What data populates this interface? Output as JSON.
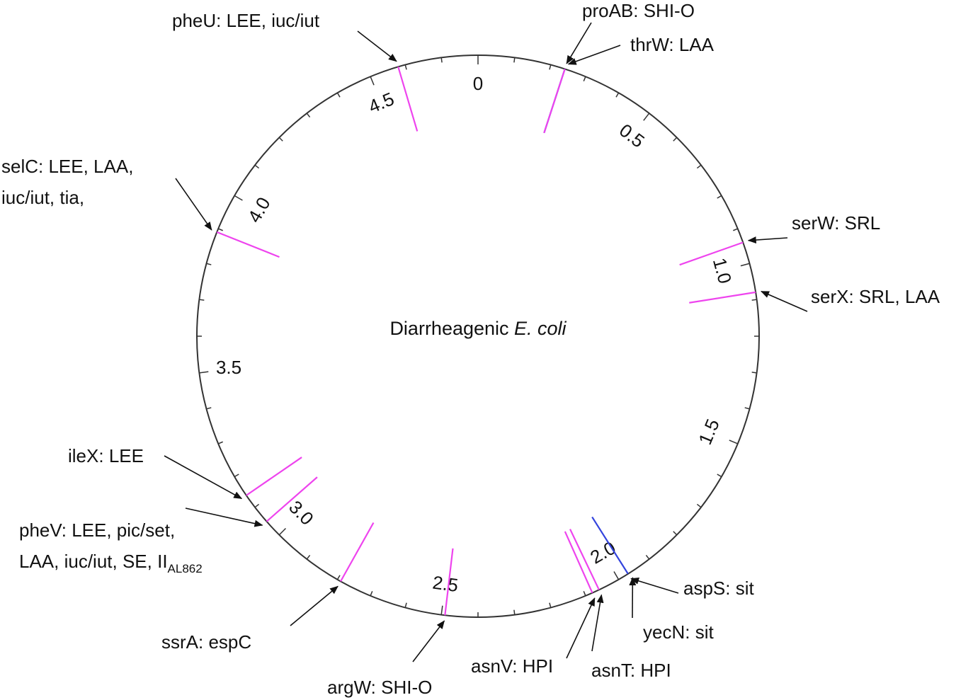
{
  "center_title": {
    "prefix": "Diarrheagenic ",
    "italic": "E. coli"
  },
  "genome_map": {
    "unit_max": 4.8,
    "tick_interval": 0.1,
    "tick_labels": [
      "0",
      "0.5",
      "1.0",
      "1.5",
      "2.0",
      "2.5",
      "3.0",
      "3.5",
      "4.0",
      "4.5"
    ],
    "ring_color": "#333333",
    "insertion_colors": {
      "magenta": "#ee44ee",
      "blue": "#3344dd"
    }
  },
  "insertion_sites": [
    {
      "name": "pheU",
      "genes": "LEE, iuc/iut",
      "position": 4.58,
      "color": "magenta"
    },
    {
      "name": "proAB",
      "genes": "SHI-O",
      "position": 0.24,
      "color": "blue"
    },
    {
      "name": "thrW",
      "genes": "LAA",
      "position": 0.24,
      "color": "magenta"
    },
    {
      "name": "selC",
      "genes_lines": [
        "LEE, LAA,",
        "iuc/iut, tia,"
      ],
      "position": 3.89,
      "color": "magenta"
    },
    {
      "name": "serW",
      "genes": "SRL",
      "position": 0.94,
      "color": "magenta"
    },
    {
      "name": "serX",
      "genes": "SRL, LAA",
      "position": 1.08,
      "color": "magenta"
    },
    {
      "name": "ileX",
      "genes": "LEE",
      "position": 3.14,
      "color": "magenta"
    },
    {
      "name": "pheV",
      "genes_lines": [
        "LEE, pic/set,",
        "LAA, iuc/iut, SE, II"
      ],
      "subscript": "AL862",
      "position": 3.05,
      "color": "magenta"
    },
    {
      "name": "ssrA",
      "genes": "espC",
      "position": 2.79,
      "color": "magenta"
    },
    {
      "name": "argW",
      "genes": "SHI-O",
      "position": 2.49,
      "color": "magenta"
    },
    {
      "name": "asnV",
      "genes": "HPI",
      "position": 2.08,
      "color": "magenta"
    },
    {
      "name": "asnT",
      "genes": "HPI",
      "position": 2.06,
      "color": "magenta"
    },
    {
      "name": "aspS",
      "genes": "sit",
      "position": 1.97,
      "color": "blue"
    },
    {
      "name": "yecN",
      "genes": "sit",
      "position": 1.97,
      "color": "blue"
    }
  ]
}
